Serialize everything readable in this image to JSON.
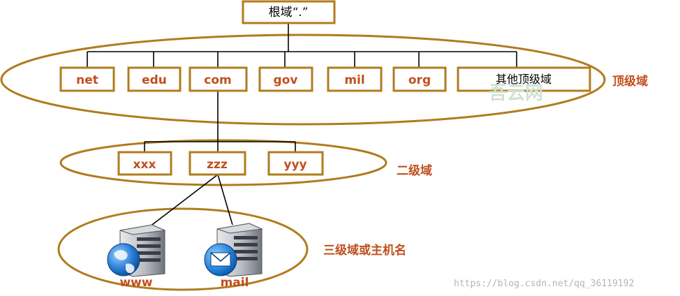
{
  "root": {
    "label": "根域“.”"
  },
  "top_level": {
    "label": "顶级域",
    "domains": [
      "net",
      "edu",
      "com",
      "gov",
      "mil",
      "org"
    ],
    "other": "其他顶级域"
  },
  "second_level": {
    "label": "二级域",
    "domains": [
      "xxx",
      "zzz",
      "yyy"
    ]
  },
  "third_level": {
    "label": "三级域或主机名",
    "hosts": [
      {
        "name": "www",
        "icon": "web-server-globe-icon"
      },
      {
        "name": "mail",
        "icon": "mail-server-envelope-icon"
      }
    ]
  },
  "watermark": {
    "text": "吾云网"
  },
  "source_url": "https://blog.csdn.net/qq_36119192",
  "colors": {
    "box_border": "#b07c1e",
    "label_text": "#c0501e",
    "line": "#000000"
  }
}
